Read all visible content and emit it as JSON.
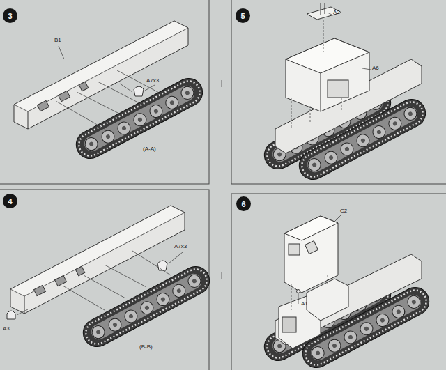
{
  "diagram": {
    "nodes": [
      {
        "text": [
          "3"
        ]
      },
      {
        "text": [
          "5"
        ]
      },
      {
        "text": [
          "4"
        ]
      },
      {
        "text": [
          "6"
        ]
      }
    ],
    "labels": [
      "B1",
      "A7x3",
      "(A-A)",
      "A2",
      "A6",
      "A7x3",
      "A3",
      "(B-B)",
      "C2",
      "A1"
    ]
  }
}
